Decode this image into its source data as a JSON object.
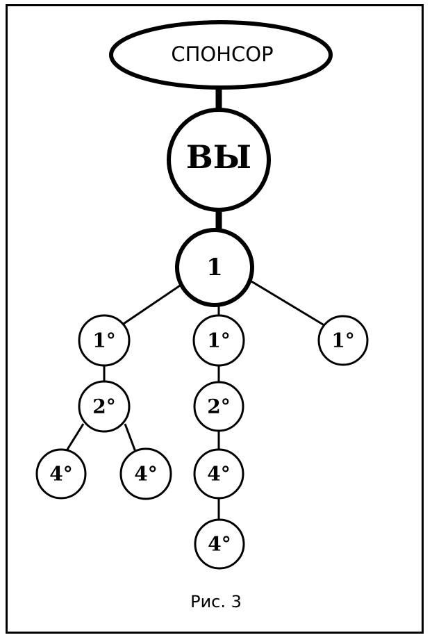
{
  "diagram": {
    "sponsor_label": "СПОНСОР",
    "you_label": "ВЫ",
    "level1_label": "1",
    "nodes": [
      {
        "id": "a1",
        "label": "1°"
      },
      {
        "id": "b1",
        "label": "1°"
      },
      {
        "id": "c1",
        "label": "1°"
      },
      {
        "id": "a2",
        "label": "2°"
      },
      {
        "id": "b2",
        "label": "2°"
      },
      {
        "id": "a4l",
        "label": "4°"
      },
      {
        "id": "a4r",
        "label": "4°"
      },
      {
        "id": "b4",
        "label": "4°"
      },
      {
        "id": "b4b",
        "label": "4°"
      }
    ]
  },
  "caption": "Рис. 3"
}
